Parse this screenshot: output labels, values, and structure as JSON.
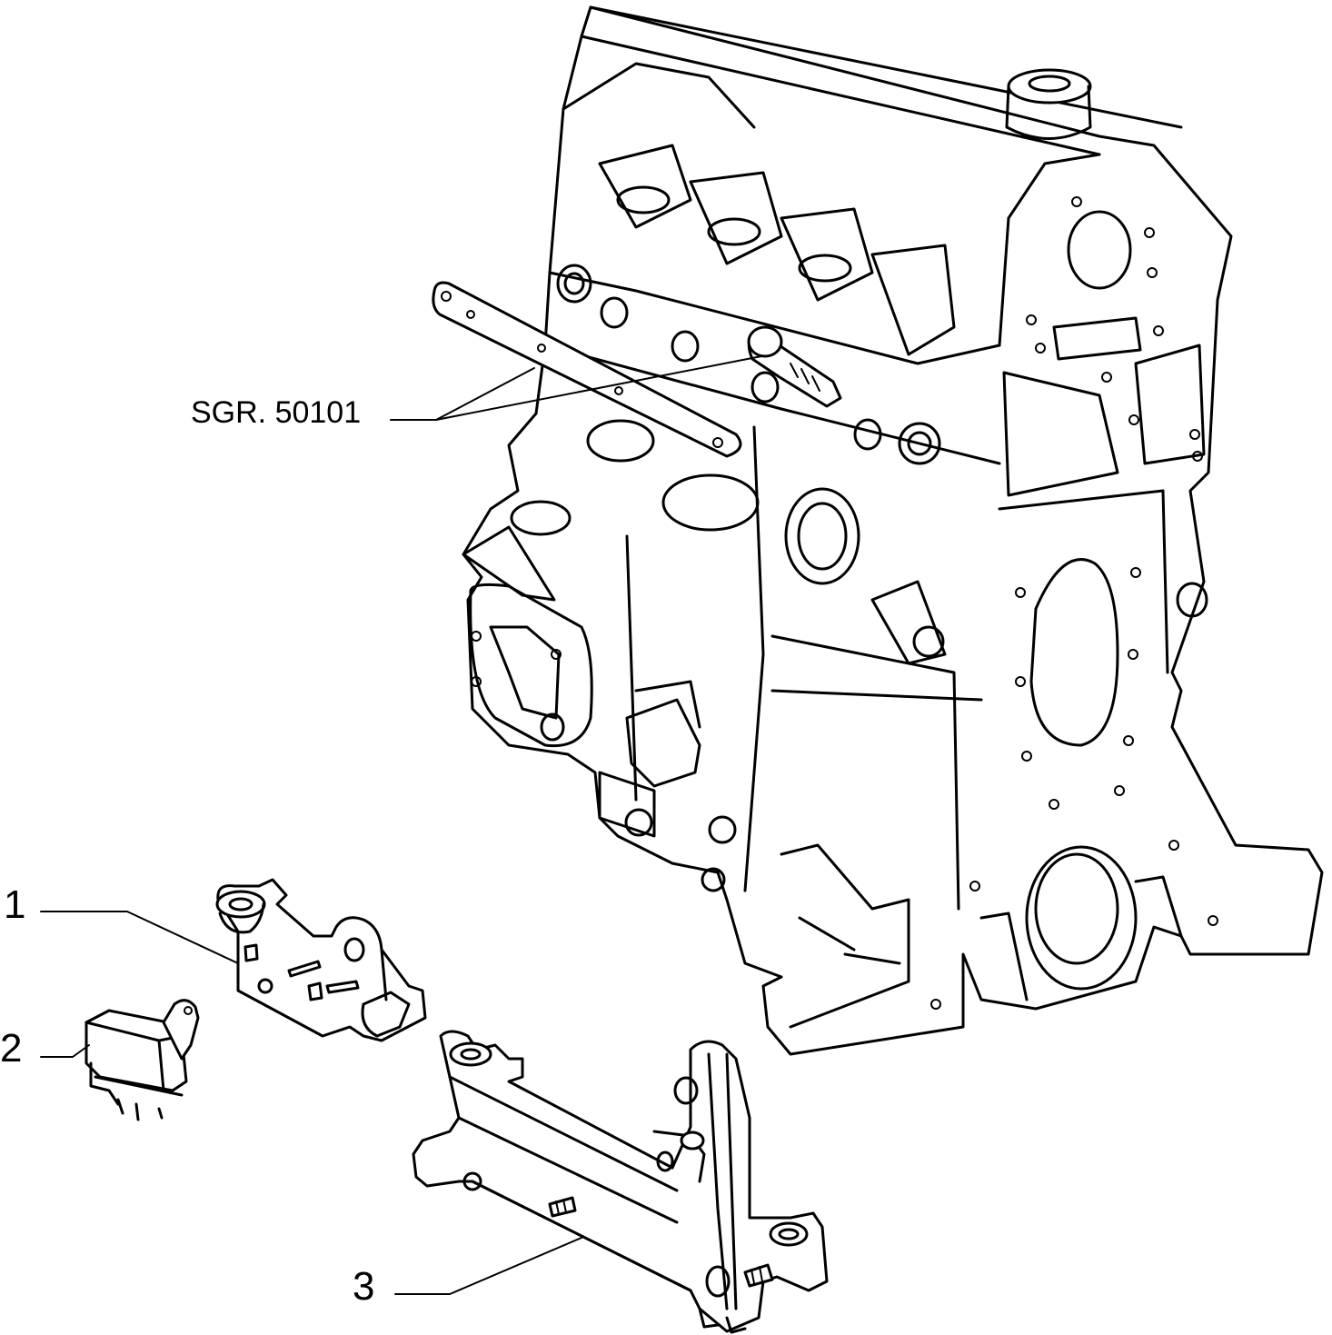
{
  "reference_label": "SGR. 50101",
  "callouts": [
    {
      "number": "1"
    },
    {
      "number": "2"
    },
    {
      "number": "3"
    }
  ]
}
